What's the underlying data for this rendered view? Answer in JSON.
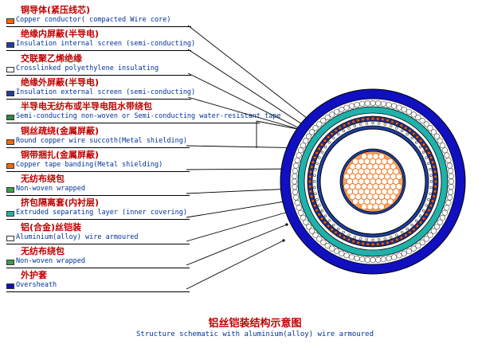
{
  "legend": [
    {
      "cn": "铜导体(紧压线芯)",
      "en": "Copper conductor( compacted Wire core)",
      "color": "#ff6600"
    },
    {
      "cn": "绝缘内屏蔽(半导电)",
      "en": "Insulation internal screen (semi-conducting)",
      "color": "#1f3fa0"
    },
    {
      "cn": "交联聚乙烯绝缘",
      "en": "Crosslinked polyethylene insulating",
      "color": "#ffffff"
    },
    {
      "cn": "绝缘外屏蔽(半导电)",
      "en": "Insulation external screen (semi-conducting)",
      "color": "#1f3fa0"
    },
    {
      "cn": "半导电无纺布或半导电阻水带绕包",
      "en": "Semi-conducting non-woven or Semi-conducting water-resistant tape",
      "color": "#2e8b3d"
    },
    {
      "cn": "铜丝疏绕(金属屏蔽)",
      "en": "Round copper wire succoth(Metal shielding)",
      "color": "#ff6600"
    },
    {
      "cn": "铜带捆扎(金属屏蔽)",
      "en": "Copper tape banding(Metal shielding)",
      "color": "#ff6600"
    },
    {
      "cn": "无纺布绕包",
      "en": "Non-woven wrapped",
      "color": "#3aa04a"
    },
    {
      "cn": "挤包隔离套(内衬层)",
      "en": "Extruded separating layer (inner covering)",
      "color": "#20b2aa"
    },
    {
      "cn": "铝(合金)丝铠装",
      "en": "Aluminium(alloy) wire armoured",
      "color": "#ffffff"
    },
    {
      "cn": "无纺布绕包",
      "en": "Non-woven wrapped",
      "color": "#3aa04a"
    },
    {
      "cn": "外护套",
      "en": "Oversheath",
      "color": "#1010c0"
    }
  ],
  "caption": {
    "cn": "铝丝铠装结构示意图",
    "en": "Structure schematic with aluminium(alloy) wire armoured"
  }
}
